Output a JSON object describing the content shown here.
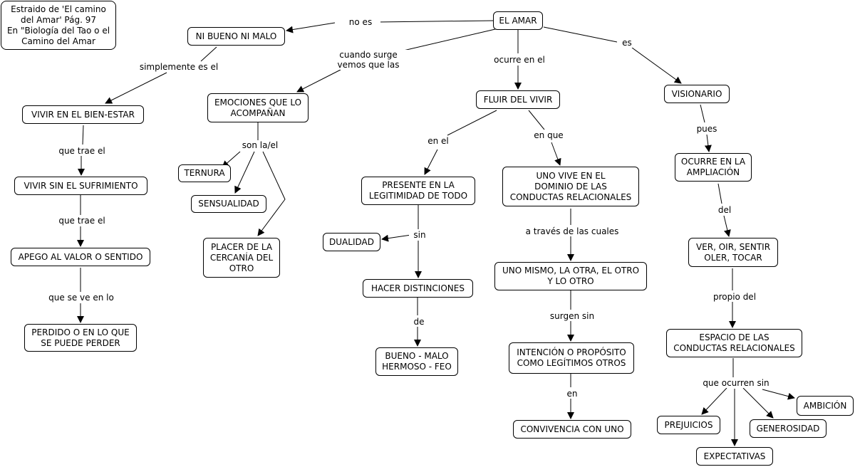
{
  "nodes": {
    "source": "Estraido de 'El camino\ndel Amar' Pág. 97\nEn \"Biología del Tao o el\nCamino del Amar",
    "el_amar": "EL AMAR",
    "ni_bueno": "NI BUENO NI MALO",
    "vivir_bienestar": "VIVIR EN EL BIEN-ESTAR",
    "vivir_sufrimiento": "VIVIR SIN EL SUFRIMIENTO",
    "apego": "APEGO AL VALOR O SENTIDO",
    "perdido": "PERDIDO O EN LO QUE\nSE PUEDE PERDER",
    "emociones": "EMOCIONES QUE LO\nACOMPAÑAN",
    "ternura": "TERNURA",
    "sensualidad": "SENSUALIDAD",
    "placer": "PLACER DE LA\nCERCANÍA DEL\nOTRO",
    "fluir": "FLUIR DEL VIVIR",
    "presente": "PRESENTE EN LA\nLEGITIMIDAD DE TODO",
    "dualidad": "DUALIDAD",
    "hacer_distinciones": "HACER DISTINCIONES",
    "bueno_malo": "BUENO - MALO\nHERMOSO - FEO",
    "uno_vive": "UNO VIVE EN EL\nDOMINIO DE LAS\nCONDUCTAS RELACIONALES",
    "uno_mismo": "UNO MISMO, LA OTRA, EL OTRO\nY LO OTRO",
    "intencion": "INTENCIÓN O PROPÓSITO\nCOMO LEGÍTIMOS OTROS",
    "convivencia": "CONVIVENCIA CON UNO",
    "visionario": "VISIONARIO",
    "ocurre_ampliacion": "OCURRE EN LA\nAMPLIACIÓN",
    "ver_oir": "VER, OIR, SENTIR\nOLER, TOCAR",
    "espacio": "ESPACIO DE LAS\nCONDUCTAS RELACIONALES",
    "prejuicios": "PREJUICIOS",
    "expectativas": "EXPECTATIVAS",
    "generosidad": "GENEROSIDAD",
    "ambicion": "AMBICIÓN"
  },
  "links": {
    "no_es": "no es",
    "cuando_surge": "cuando surge\nvemos que las",
    "ocurre_en_el": "ocurre en el",
    "es": "es",
    "simplemente": "simplemente es el",
    "que_trae_1": "que trae el",
    "que_trae_2": "que trae el",
    "que_se_ve": "que se ve en lo",
    "son_la_el": "son la/el",
    "en_el": "en el",
    "en_que": "en que",
    "sin": "sin",
    "de": "de",
    "a_traves": "a través de las cuales",
    "surgen_sin": "surgen sin",
    "en": "en",
    "pues": "pues",
    "del": "del",
    "propio_del": "propio del",
    "que_ocurren_sin": "que ocurren sin"
  }
}
